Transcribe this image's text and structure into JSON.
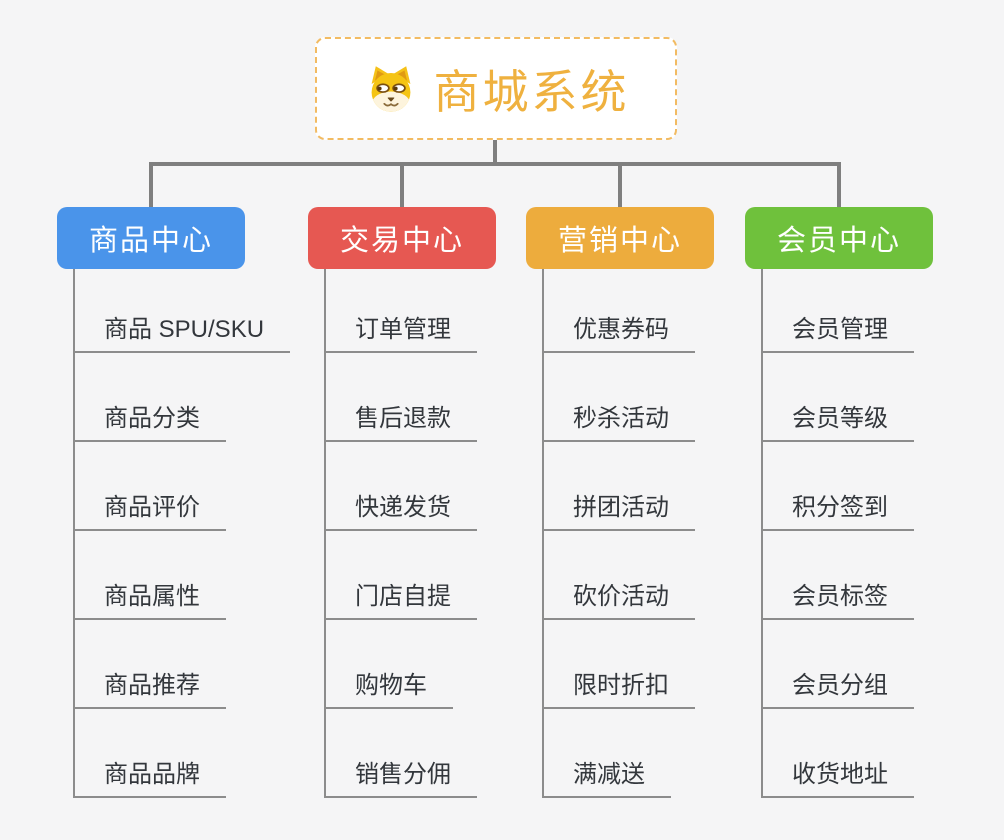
{
  "root": {
    "title": "商城系统",
    "icon": "dog-face-icon"
  },
  "branches": [
    {
      "label": "商品中心",
      "color": "#4a94ea",
      "items": [
        "商品 SPU/SKU",
        "商品分类",
        "商品评价",
        "商品属性",
        "商品推荐",
        "商品品牌"
      ]
    },
    {
      "label": "交易中心",
      "color": "#e65852",
      "items": [
        "订单管理",
        "售后退款",
        "快递发货",
        "门店自提",
        "购物车",
        "销售分佣"
      ]
    },
    {
      "label": "营销中心",
      "color": "#edac3d",
      "items": [
        "优惠券码",
        "秒杀活动",
        "拼团活动",
        "砍价活动",
        "限时折扣",
        "满减送"
      ]
    },
    {
      "label": "会员中心",
      "color": "#6fc13c",
      "items": [
        "会员管理",
        "会员等级",
        "积分签到",
        "会员标签",
        "会员分组",
        "收货地址"
      ]
    }
  ],
  "colors": {
    "background": "#f5f5f6",
    "root_title": "#efb13f",
    "root_border": "#f2bb62",
    "connector_line": "#7f7f7f",
    "item_line": "#8c8c8c",
    "item_text": "#33373c"
  }
}
